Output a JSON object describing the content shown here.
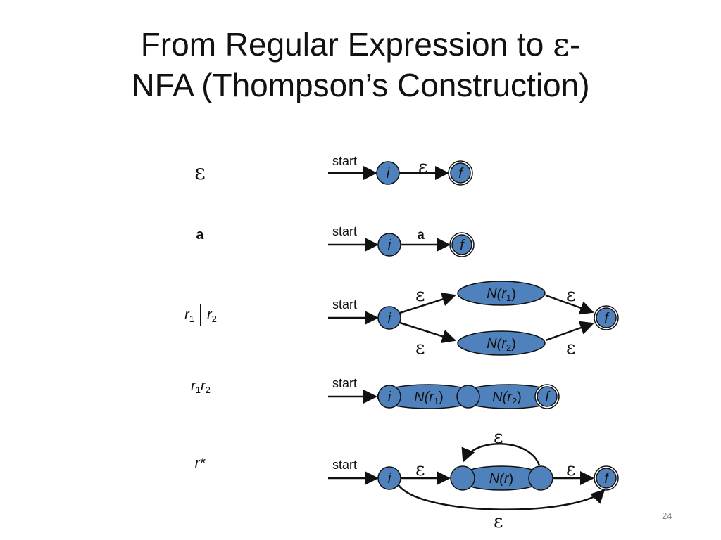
{
  "title": {
    "line1_text": "From Regular Expression to ",
    "line1_greek": "ε",
    "line1_tail": "-",
    "line2": "NFA (Thompson’s Construction)"
  },
  "rules": {
    "epsilon": "ε",
    "symbol": "a",
    "union": {
      "left": "r",
      "left_sub": "1",
      "right": "r",
      "right_sub": "2"
    },
    "concat": {
      "first": "r",
      "first_sub": "1",
      "second": "r",
      "second_sub": "2"
    },
    "star": "r*"
  },
  "labels": {
    "start": "start",
    "initial_state": "i",
    "final_state": "f",
    "eps": "ε",
    "sym": "a"
  },
  "subautomata": {
    "n_prefix": "N(",
    "n_suffix": ")",
    "r": "r",
    "sub1": "1",
    "sub2": "2"
  },
  "colors": {
    "state_fill": "#4f81bd",
    "stroke": "#111111"
  },
  "page_number": "24"
}
